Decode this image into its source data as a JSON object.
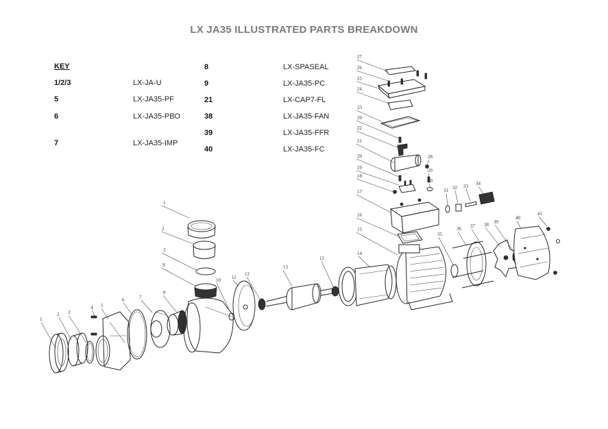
{
  "title": "LX JA35 ILLUSTRATED PARTS BREAKDOWN",
  "key": {
    "heading": "KEY",
    "left_column": [
      {
        "num": "1/2/3",
        "part": "LX-JA-U"
      },
      {
        "num": "5",
        "part": "LX-JA35-PF"
      },
      {
        "num": "6",
        "part": "LX-JA35-PBO"
      },
      {
        "num": "7",
        "part": "LX-JA35-IMP"
      }
    ],
    "right_column": [
      {
        "num": "8",
        "part": "LX-SPASEAL"
      },
      {
        "num": "9",
        "part": "LX-JA35-PC"
      },
      {
        "num": "21",
        "part": "LX-CAP7-FL"
      },
      {
        "num": "38",
        "part": "LX-JA35-FAN"
      },
      {
        "num": "39",
        "part": "LX-JA35-FFR"
      },
      {
        "num": "40",
        "part": "LX-JA35-FC"
      }
    ]
  },
  "callouts": {
    "c1a": "1",
    "c2a": "2",
    "c3a": "3",
    "c4": "4",
    "c5": "5",
    "c6": "6",
    "c7": "7",
    "c8": "8",
    "c1b": "1",
    "c2b": "2",
    "c3b": "3",
    "c9": "9",
    "c10": "10",
    "c11": "11",
    "c12a": "12",
    "c13": "13",
    "c12b": "12",
    "c14": "14",
    "c15": "15",
    "c16": "16",
    "c17": "17",
    "c18": "18",
    "c19": "19",
    "c20a": "20",
    "c21": "21",
    "c22": "22",
    "c20b": "20",
    "c23": "23",
    "c24": "24",
    "c25": "25",
    "c26": "26",
    "c27": "27",
    "c28": "28",
    "c29": "29",
    "c30": "30",
    "c31": "31",
    "c32": "32",
    "c33": "33",
    "c34": "34",
    "c35": "35",
    "c36": "36",
    "c37": "37",
    "c38": "38",
    "c39": "39",
    "c40": "40",
    "c41": "41"
  }
}
